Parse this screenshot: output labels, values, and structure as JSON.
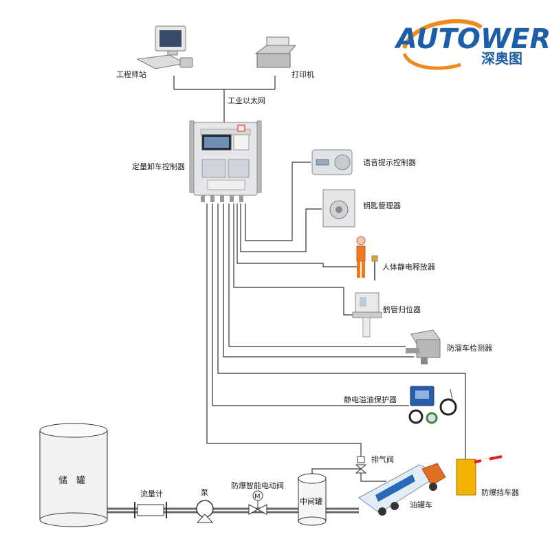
{
  "logo": {
    "brand": "AUTOWER",
    "cn": "深奥图",
    "orange": "#f08a1c",
    "blue": "#1d5ea8"
  },
  "labels": {
    "engineer_station": "工程师站",
    "printer": "打印机",
    "ethernet": "工业以太网",
    "controller": "定量卸车控制器",
    "voice": "语音提示控制器",
    "key_manager": "钥匙管理器",
    "static_release": "人体静电释放器",
    "arm_return": "鹤管归位器",
    "slip_detect": "防溜车检测器",
    "overflow": "静电溢油保护器",
    "storage_tank": "储　罐",
    "flowmeter": "流量计",
    "pump": "泵",
    "valve": "防爆智能电动阀",
    "valve_symbol": "M",
    "mid_tank": "中间罐",
    "vent_valve": "排气阀",
    "tanker": "油罐车",
    "barrier": "防爆挡车器"
  },
  "icons": {
    "computer": "computer-icon",
    "printer": "printer-icon",
    "controller": "controller-box-icon",
    "voice": "speaker-box-icon",
    "key": "key-cabinet-icon",
    "worker": "worker-icon",
    "arm": "arm-return-icon",
    "slip": "slip-detector-icon",
    "overflow": "overflow-protector-icon",
    "tank": "tank-icon",
    "truck": "tanker-truck-icon",
    "barrier": "barrier-gate-icon"
  }
}
